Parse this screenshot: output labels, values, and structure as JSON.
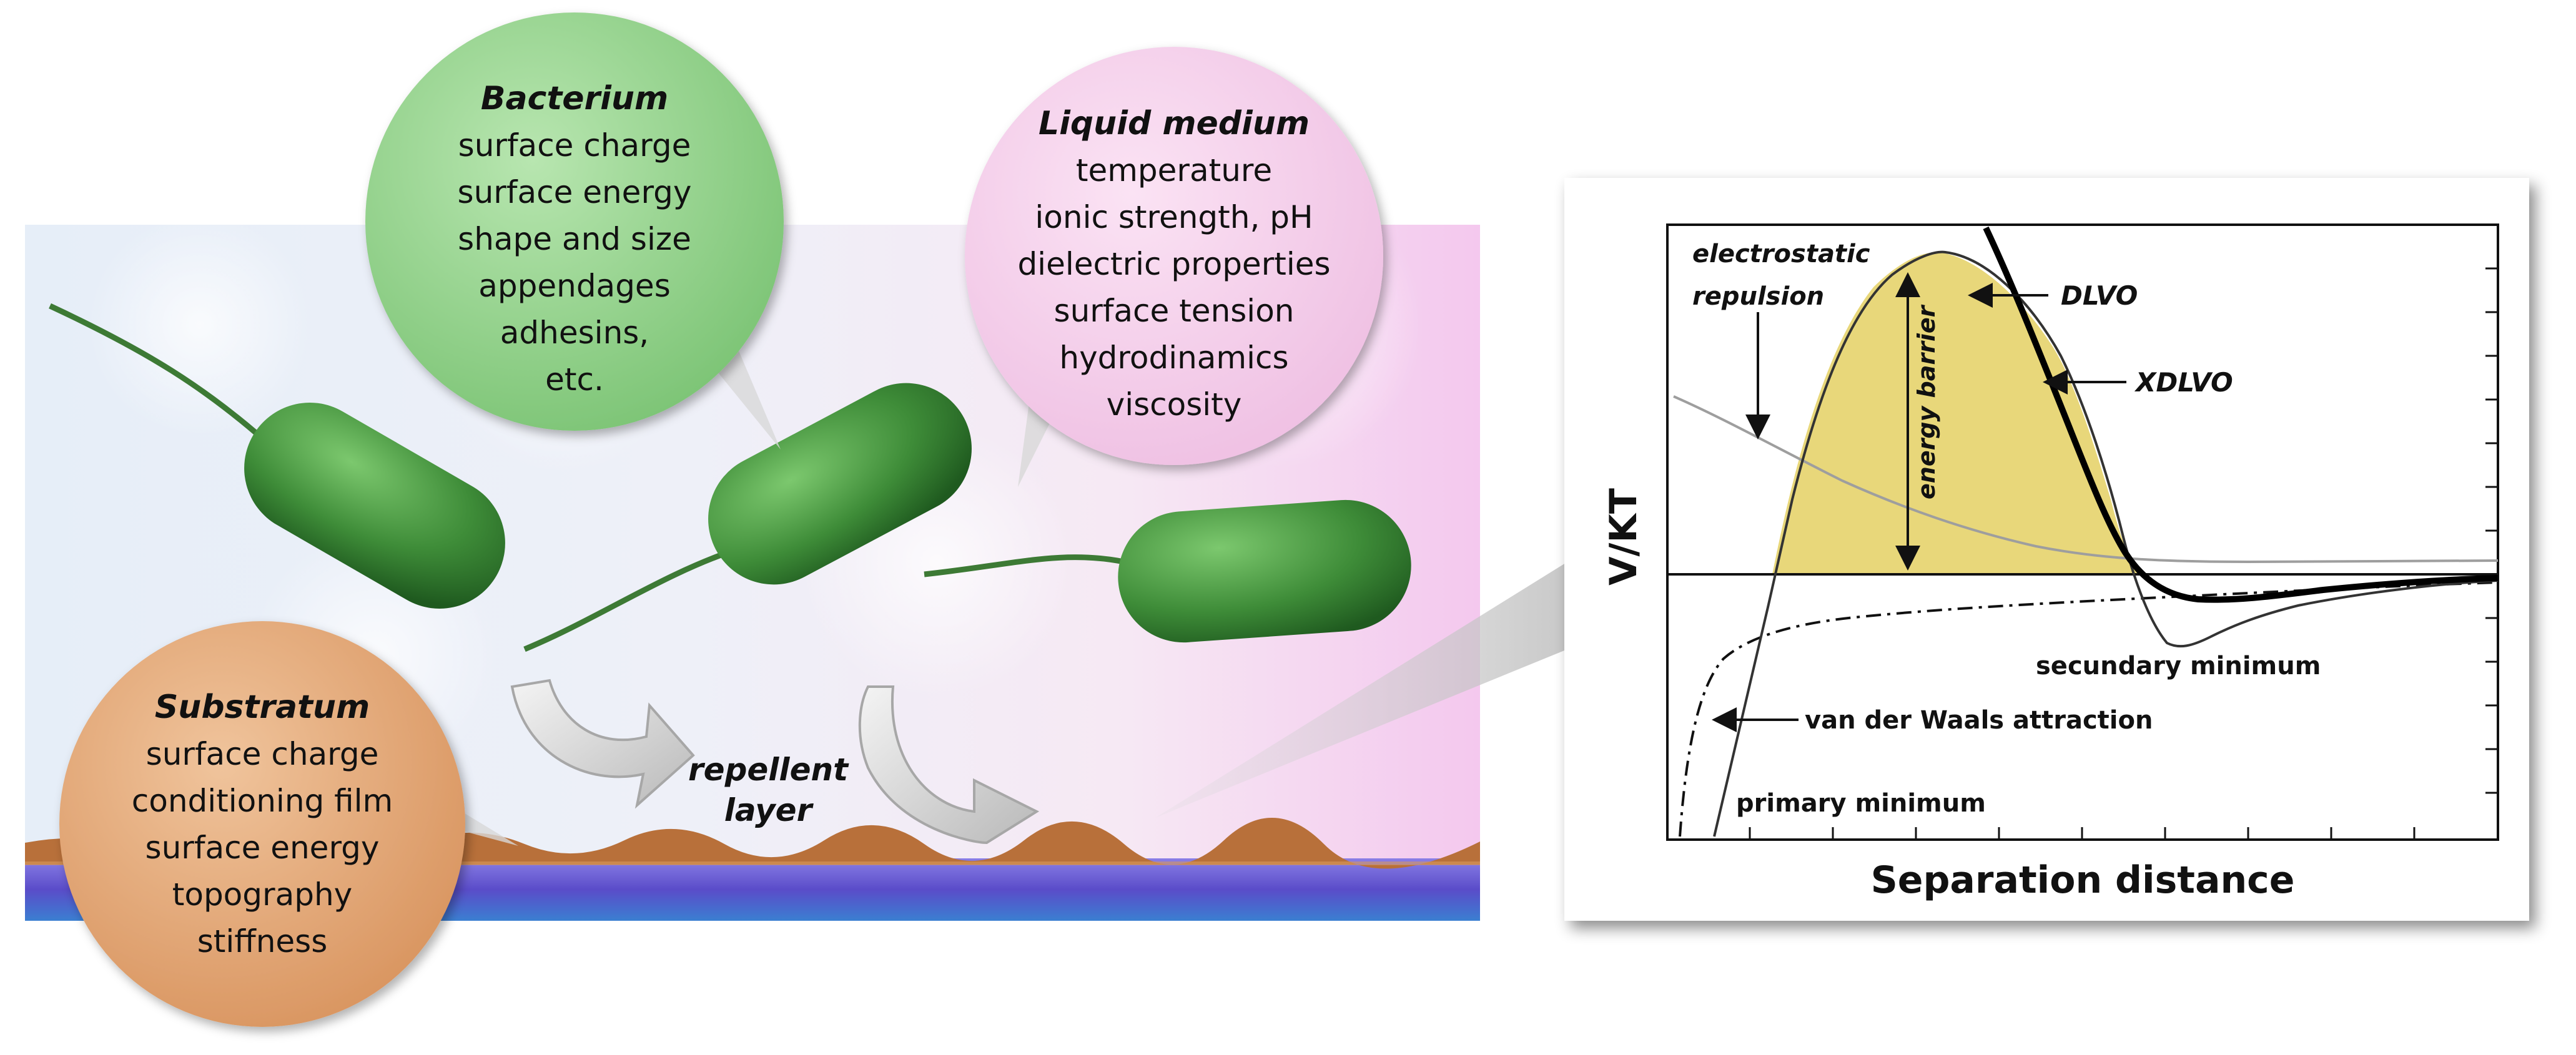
{
  "bubbles": {
    "bacterium": {
      "title": "Bacterium",
      "lines": [
        "surface charge",
        "surface energy",
        "shape and size",
        "appendages",
        "adhesins,",
        "etc."
      ]
    },
    "liquid": {
      "title": "Liquid medium",
      "lines": [
        "temperature",
        "ionic strength, pH",
        "dielectric properties",
        "surface tension",
        "hydrodinamics",
        "viscosity"
      ]
    },
    "substratum": {
      "title": "Substratum",
      "lines": [
        "surface charge",
        "conditioning film",
        "surface energy",
        "topography",
        "stiffness"
      ]
    }
  },
  "repellent_label": [
    "repellent",
    "layer"
  ],
  "colors": {
    "bacterium_bubble": "#8fd08a",
    "liquid_bubble": "#f3cde9",
    "substratum_bubble": "#e2a673",
    "energy_barrier_fill": "#e8d77a",
    "substrate_brown": "#b8703a",
    "substrate_purple": "#6a5acd",
    "bacteria_green": "#3f8f3a"
  },
  "energy_plot": {
    "ylabel": "V/KT",
    "xlabel": "Separation distance",
    "annotations": {
      "electrostatic": [
        "electrostatic",
        "repulsion"
      ],
      "energy_barrier": "energy barrier",
      "dlvo": "DLVO",
      "xdlvo": "XDLVO",
      "secondary_minimum": "secundary minimum",
      "vdw": "van der Waals attraction",
      "primary_minimum": "primary minimum"
    }
  }
}
